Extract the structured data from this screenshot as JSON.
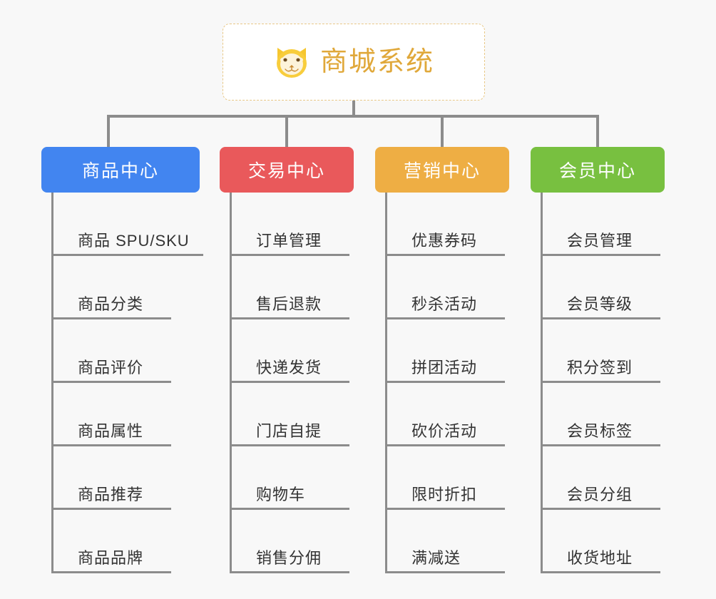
{
  "diagram": {
    "type": "mindmap",
    "background_color": "#f8f8f8",
    "root": {
      "title": "商城系统",
      "icon": "shiba-dog-icon",
      "title_color": "#e0a83a",
      "border_color": "#e8c887",
      "background_color": "#ffffff"
    },
    "connector_color": "#8c8c8c",
    "branches": [
      {
        "label": "商品中心",
        "color": "#4285f0",
        "items": [
          "商品 SPU/SKU",
          "商品分类",
          "商品评价",
          "商品属性",
          "商品推荐",
          "商品品牌"
        ]
      },
      {
        "label": "交易中心",
        "color": "#e9595b",
        "items": [
          "订单管理",
          "售后退款",
          "快递发货",
          "门店自提",
          "购物车",
          "销售分佣"
        ]
      },
      {
        "label": "营销中心",
        "color": "#eeae44",
        "items": [
          "优惠券码",
          "秒杀活动",
          "拼团活动",
          "砍价活动",
          "限时折扣",
          "满减送"
        ]
      },
      {
        "label": "会员中心",
        "color": "#78c040",
        "items": [
          "会员管理",
          "会员等级",
          "积分签到",
          "会员标签",
          "会员分组",
          "收货地址"
        ]
      }
    ]
  }
}
